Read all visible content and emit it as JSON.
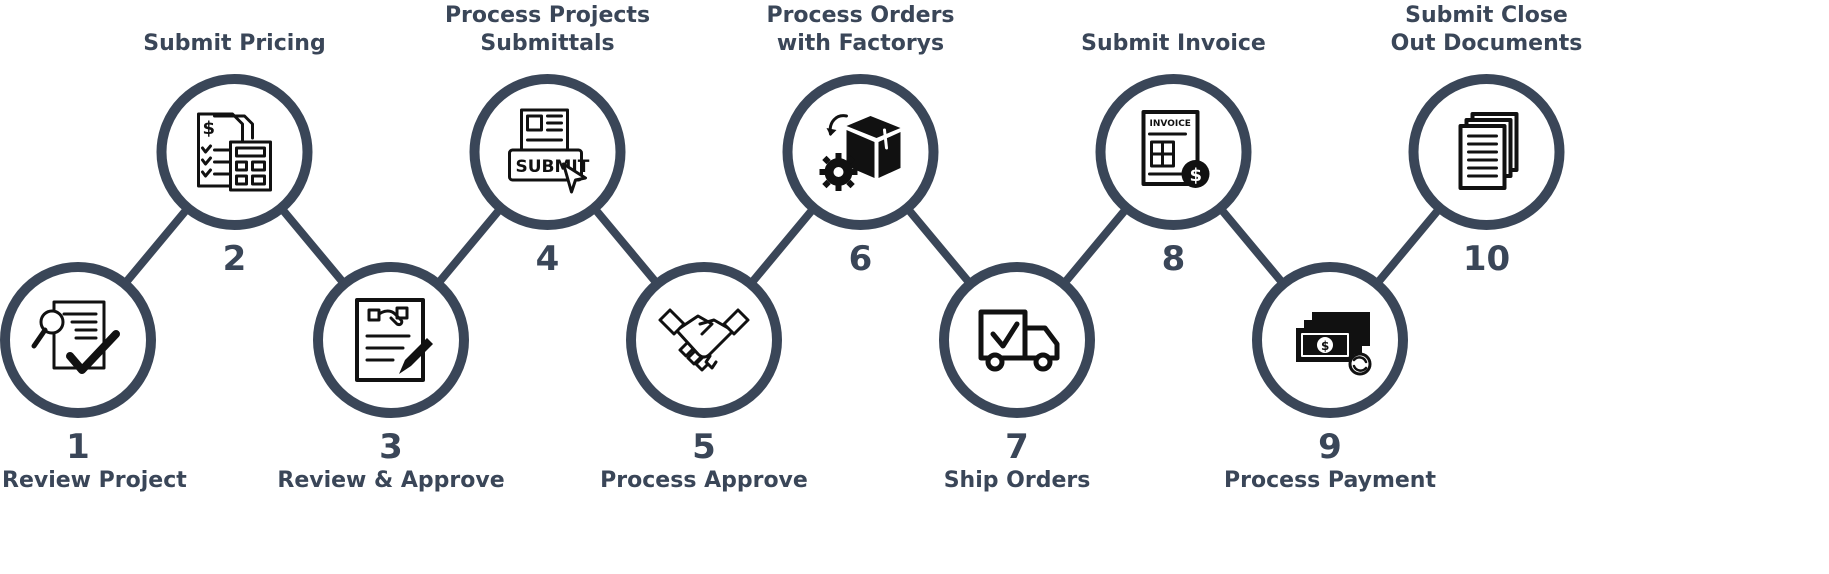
{
  "steps": [
    {
      "number": "1",
      "label_lines": [
        "Review Project"
      ],
      "icon": "magnifier-document-check-icon"
    },
    {
      "number": "2",
      "label_lines": [
        "Submit Pricing"
      ],
      "icon": "price-sheet-calculator-icon"
    },
    {
      "number": "3",
      "label_lines": [
        "Review & Approve"
      ],
      "icon": "agreement-document-pen-icon"
    },
    {
      "number": "4",
      "label_lines": [
        "Process Projects",
        "Submittals"
      ],
      "icon": "submit-button-icon",
      "icon_text": "SUBMIT"
    },
    {
      "number": "5",
      "label_lines": [
        "Process Approve"
      ],
      "icon": "handshake-icon"
    },
    {
      "number": "6",
      "label_lines": [
        "Process Orders",
        "with Factorys"
      ],
      "icon": "box-gear-icon"
    },
    {
      "number": "7",
      "label_lines": [
        "Ship Orders"
      ],
      "icon": "delivery-truck-check-icon"
    },
    {
      "number": "8",
      "label_lines": [
        "Submit Invoice"
      ],
      "icon": "invoice-dollar-icon",
      "icon_text": "INVOICE"
    },
    {
      "number": "9",
      "label_lines": [
        "Process Payment"
      ],
      "icon": "cash-refresh-icon"
    },
    {
      "number": "10",
      "label_lines": [
        "Submit Close",
        "Out Documents"
      ],
      "icon": "document-stack-icon"
    }
  ],
  "colors": {
    "ring": "#3a4658",
    "text": "#3a4658",
    "icon": "#111111"
  }
}
